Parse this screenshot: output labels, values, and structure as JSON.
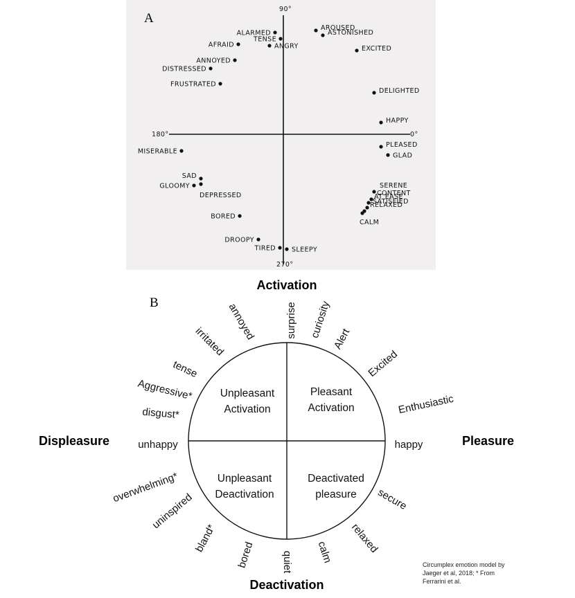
{
  "panel_a": {
    "letter": "A",
    "angles": {
      "top": "90°",
      "left": "180°",
      "right": "0°",
      "bottom": "270°"
    },
    "points": [
      {
        "label": "ALARMED",
        "side": "left"
      },
      {
        "label": "TENSE",
        "side": "left"
      },
      {
        "label": "AFRAID",
        "side": "left"
      },
      {
        "label": "ANGRY",
        "side": "right"
      },
      {
        "label": "ANNOYED",
        "side": "left"
      },
      {
        "label": "DISTRESSED",
        "side": "left"
      },
      {
        "label": "FRUSTRATED",
        "side": "left"
      },
      {
        "label": "AROUSED",
        "side": "right"
      },
      {
        "label": "ASTONISHED",
        "side": "right"
      },
      {
        "label": "EXCITED",
        "side": "right"
      },
      {
        "label": "DELIGHTED",
        "side": "right"
      },
      {
        "label": "HAPPY",
        "side": "right"
      },
      {
        "label": "PLEASED",
        "side": "right"
      },
      {
        "label": "GLAD",
        "side": "right"
      },
      {
        "label": "MISERABLE",
        "side": "left"
      },
      {
        "label": "SAD",
        "side": "left"
      },
      {
        "label": "GLOOMY",
        "side": "left"
      },
      {
        "label": "DEPRESSED",
        "side": "right"
      },
      {
        "label": "BORED",
        "side": "left"
      },
      {
        "label": "DROOPY",
        "side": "left"
      },
      {
        "label": "TIRED",
        "side": "left"
      },
      {
        "label": "SLEEPY",
        "side": "right"
      },
      {
        "label": "SERENE",
        "side": "right"
      },
      {
        "label": "CONTENT",
        "side": "right"
      },
      {
        "label": "AT EASE",
        "side": "right"
      },
      {
        "label": "SATISFIED",
        "side": "right"
      },
      {
        "label": "RELAXED",
        "side": "right"
      },
      {
        "label": "CALM",
        "side": "below"
      }
    ]
  },
  "panel_b": {
    "letter": "B",
    "axes": {
      "top": "Activation",
      "bottom": "Deactivation",
      "left": "Displeasure",
      "right": "Pleasure"
    },
    "quadrants": {
      "upper_left": [
        "Unpleasant",
        "Activation"
      ],
      "upper_right": [
        "Pleasant",
        "Activation"
      ],
      "lower_left": [
        "Unpleasant",
        "Deactivation"
      ],
      "lower_right": [
        "Deactivated",
        "pleasure"
      ]
    },
    "ring_words": [
      "annoyed",
      "irritated",
      "tense",
      "Aggressive*",
      "disgust*",
      "unhappy",
      "overwhelming*",
      "uninspired",
      "bland*",
      "bored",
      "quiet",
      "calm",
      "relaxed",
      "secure",
      "happy",
      "Enthusiastic",
      "Excited",
      "Alert",
      "curiosity",
      "surprise"
    ],
    "citation": [
      "Circumplex emotion model by",
      "Jaeger et al, 2018; * From",
      "Ferrarini et al."
    ]
  }
}
